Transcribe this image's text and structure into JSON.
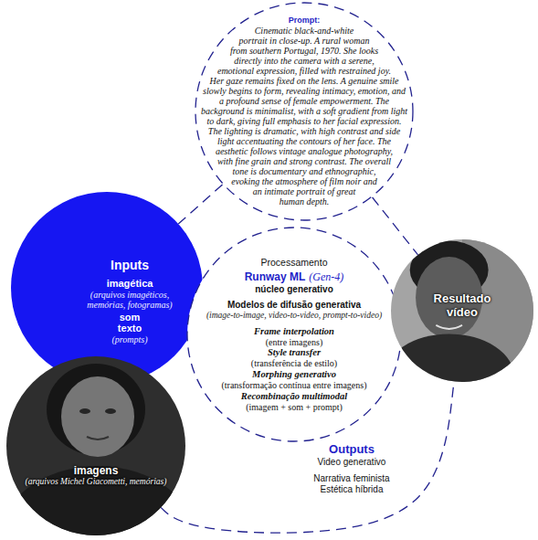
{
  "diagram": {
    "nodes": [
      {
        "text": [
          "Prompt:",
          "Cinematic black-and-white portrait in close-up. A rural woman from southern Portugal, 1970. She looks directly into the camera with a serene, emotional expression, filled with restrained joy. Her gaze remains fixed on the lens. A genuine smile slowly begins to form, revealing intimacy, emotion, and a profound sense of female empowerment. The background is minimalist, with a soft gradient from light to dark, giving full emphasis to her facial expression. The lighting is dramatic, with high contrast and side light accentuating the contours of her face. The aesthetic follows vintage analogue photography, with fine grain and strong contrast. The overall tone is documentary and ethnographic, evoking the atmosphere of film noir and an intimate portrait of great human depth."
        ]
      },
      {
        "text": [
          "Inputs",
          "imagética",
          "(arquivos imagéticos, memórias, fotogramas)",
          "som",
          "texto",
          "(prompts)"
        ]
      },
      {
        "text": [
          "imagens",
          "(arquivos Michel Giacometti, memórias)"
        ]
      },
      {
        "text": [
          "Processamento",
          "Runway ML",
          "(Gen-4)",
          "núcleo generativo",
          "Modelos de difusão generativa",
          "(image-to-image, video-to-video, prompt-to-video)",
          "Frame interpolation",
          "(entre imagens)",
          "Style transfer",
          "(transferência de estilo)",
          "Morphing generativo",
          "(transformação contínua entre imagens)",
          "Recombinação multimodal",
          "(imagem + som + prompt)"
        ]
      },
      {
        "text": [
          "Resultado vídeo"
        ]
      }
    ],
    "edges": [
      {
        "from": 0,
        "to": 1,
        "arrow": "none"
      },
      {
        "from": 0,
        "to": 4,
        "arrow": "none"
      },
      {
        "from": 2,
        "to": 4,
        "arrow": "none"
      }
    ],
    "labels": [
      "Outputs",
      "Video generativo",
      "Narrativa feminista",
      "Estética híbrida"
    ]
  }
}
